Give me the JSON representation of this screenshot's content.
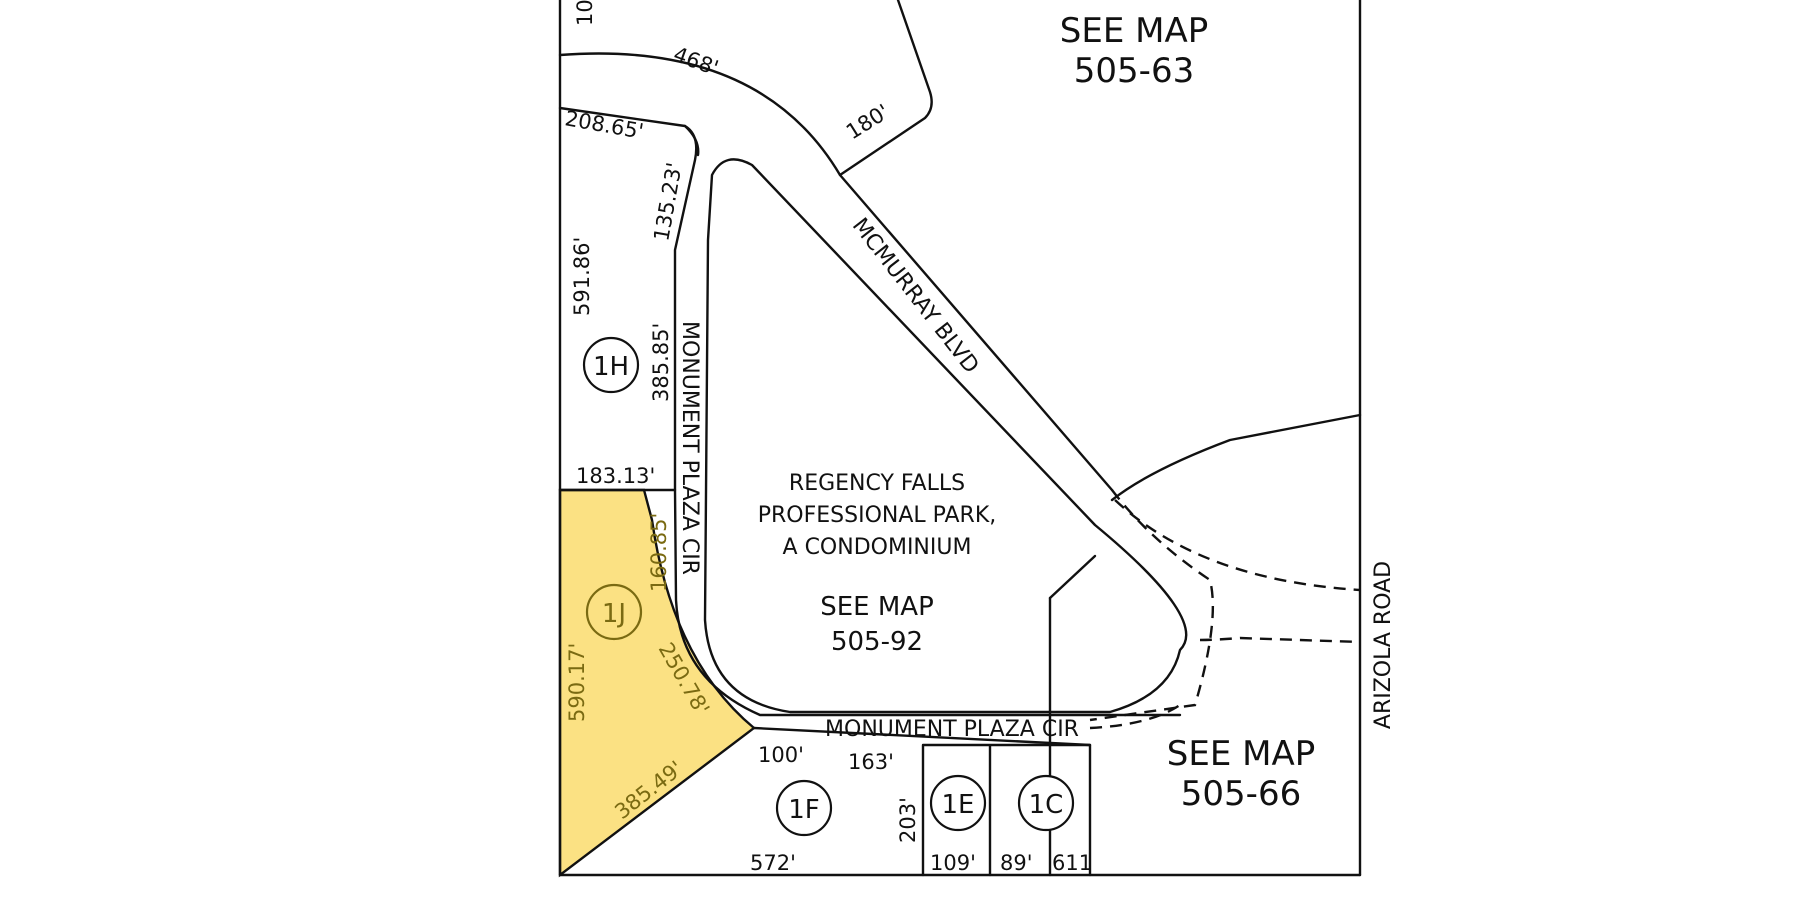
{
  "colors": {
    "highlight_fill": "#fbe183",
    "line": "#111111",
    "highlight_text": "#7a6a12"
  },
  "roads": {
    "mcmurray": "MCMURRAY BLVD",
    "monument_vertical": "MONUMENT PLAZA CIR",
    "monument_horizontal": "MONUMENT PLAZA CIR",
    "arizola": "ARIZOLA ROAD"
  },
  "map_refs": {
    "top": [
      "SEE MAP",
      "505-63"
    ],
    "center": [
      "SEE MAP",
      "505-92"
    ],
    "right": [
      "SEE MAP",
      "505-66"
    ]
  },
  "subdivision": [
    "REGENCY FALLS",
    "PROFESSIONAL PARK,",
    "A CONDOMINIUM"
  ],
  "parcels": {
    "p1h": "1H",
    "p1j": "1J",
    "p1f": "1F",
    "p1e": "1E",
    "p1c": "1C"
  },
  "dimensions": {
    "d_top_cut": "10",
    "d_468": "468'",
    "d_180": "180'",
    "d_208": "208.65'",
    "d_135": "135.23'",
    "d_591": "591.86'",
    "d_385_85": "385.85'",
    "d_183": "183.13'",
    "d_160": "160.85'",
    "d_590": "590.17'",
    "d_250": "250.78'",
    "d_385_49": "385.49'",
    "d_100": "100'",
    "d_163": "163'",
    "d_203": "203'",
    "d_572": "572'",
    "d_109": "109'",
    "d_89": "89'",
    "d_611": "611"
  }
}
